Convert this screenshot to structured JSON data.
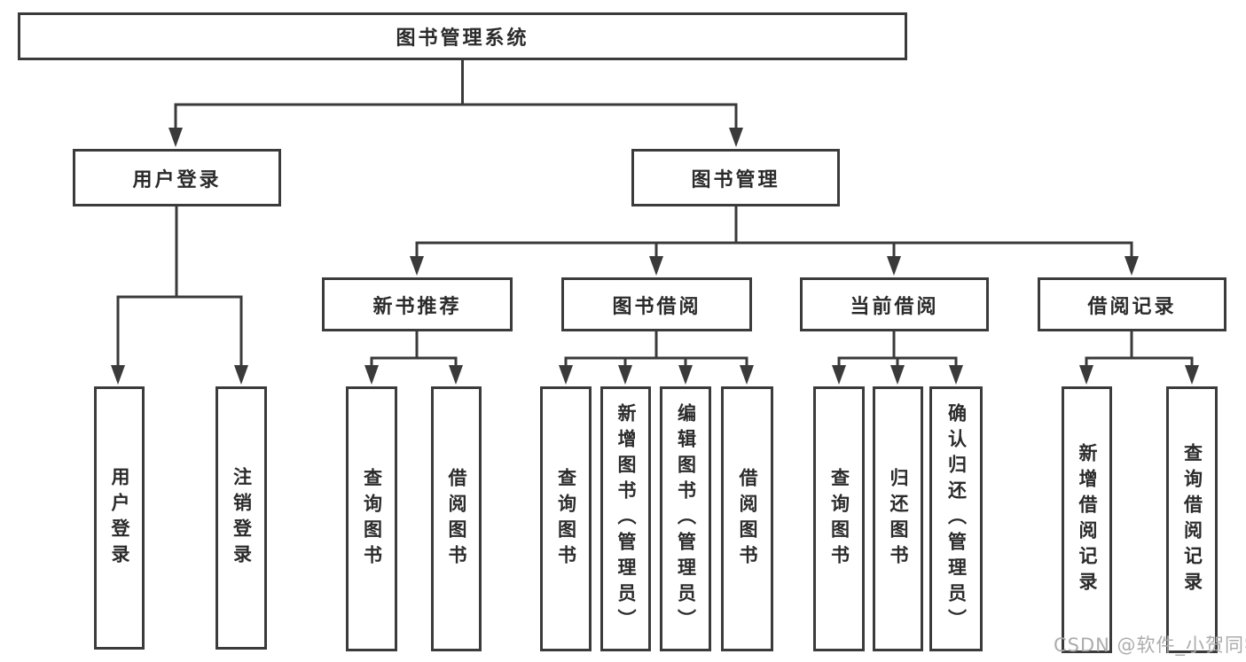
{
  "diagram": {
    "tree": {
      "root": {
        "label": "图书管理系统",
        "children": [
          {
            "label": "用户登录",
            "children": [
              {
                "label": "用户登录"
              },
              {
                "label": "注销登录"
              }
            ]
          },
          {
            "label": "图书管理",
            "children": [
              {
                "label": "新书推荐",
                "children": [
                  {
                    "label": "查询图书"
                  },
                  {
                    "label": "借阅图书"
                  }
                ]
              },
              {
                "label": "图书借阅",
                "children": [
                  {
                    "label": "查询图书"
                  },
                  {
                    "label": "新增图书（管理员）"
                  },
                  {
                    "label": "编辑图书（管理员）"
                  },
                  {
                    "label": "借阅图书"
                  }
                ]
              },
              {
                "label": "当前借阅",
                "children": [
                  {
                    "label": "查询图书"
                  },
                  {
                    "label": "归还图书"
                  },
                  {
                    "label": "确认归还（管理员）"
                  }
                ]
              },
              {
                "label": "借阅记录",
                "children": [
                  {
                    "label": "新增借阅记录"
                  },
                  {
                    "label": "查询借阅记录"
                  }
                ]
              }
            ]
          }
        ]
      }
    },
    "colors": {
      "line": "#3a3a3a",
      "box_border": "#3b3b3b",
      "text": "#2b2b2b",
      "watermark_text": "#acacac",
      "background": "#ffffff"
    },
    "watermark": "CSDN @软件_小贺同学"
  }
}
